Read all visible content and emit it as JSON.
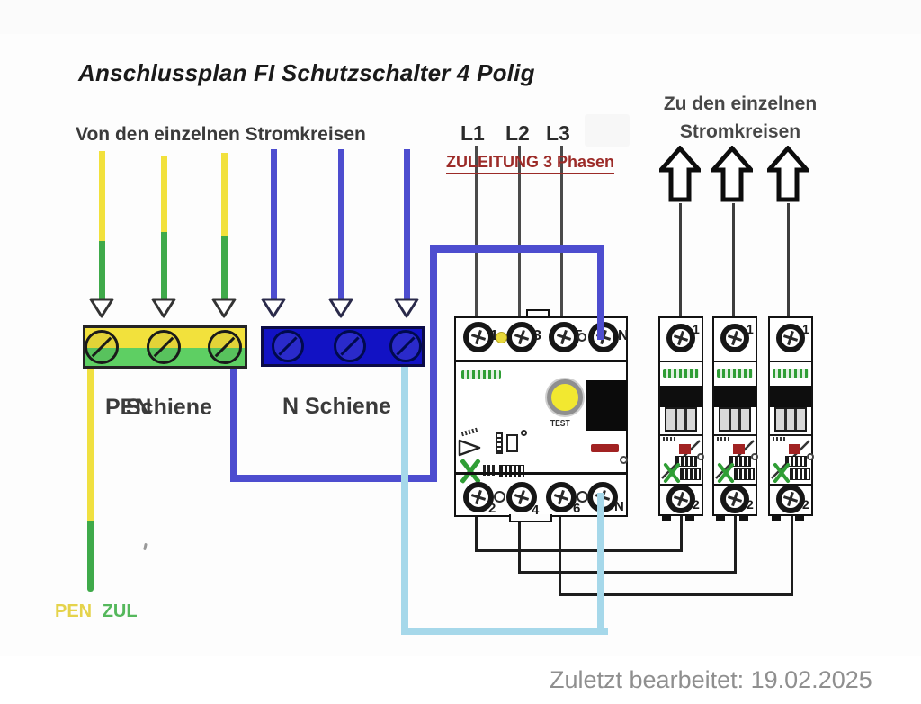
{
  "title": "Anschlussplan FI Schutzschalter 4 Polig",
  "top": {
    "from_label": "Von den einzelnen Stromkreisen",
    "phase_labels": [
      "L1",
      "L2",
      "L3"
    ],
    "supply_label": "ZULEITUNG 3 Phasen",
    "to_line1": "Zu den einzelnen",
    "to_line2": "Stromkreisen"
  },
  "rails": {
    "pe_part1": "PEN",
    "pe_part2": "Schiene",
    "n_label": "N Schiene"
  },
  "fi": {
    "top_terminals": [
      "1",
      "3",
      "5",
      "N"
    ],
    "bottom_terminals": [
      "2",
      "4",
      "6",
      "N"
    ],
    "test_label": "TEST"
  },
  "mcb": {
    "count": 3,
    "top_terminal": "1",
    "bottom_terminal": "2"
  },
  "bottom_left": {
    "pen": "PEN",
    "zul": "ZUL"
  },
  "footer": {
    "last_edited": "Zuletzt bearbeitet: 19.02.2025"
  },
  "colors": {
    "pe_yellow": "#f2e13c",
    "pe_green": "#5ecf63",
    "n_rail_blue": "#1212c4",
    "n_wire_blue": "#4d4dcf",
    "n_wire_lightblue": "#a6d8ea",
    "wire_gray": "#4a4a4a",
    "wire_black": "#1d1d1d",
    "supply_red": "#9c2b28",
    "test_yellow": "#f2e830",
    "brand_green": "#2f9e35",
    "indicator_red": "#a12222",
    "footer_gray": "#8f8f8f"
  }
}
